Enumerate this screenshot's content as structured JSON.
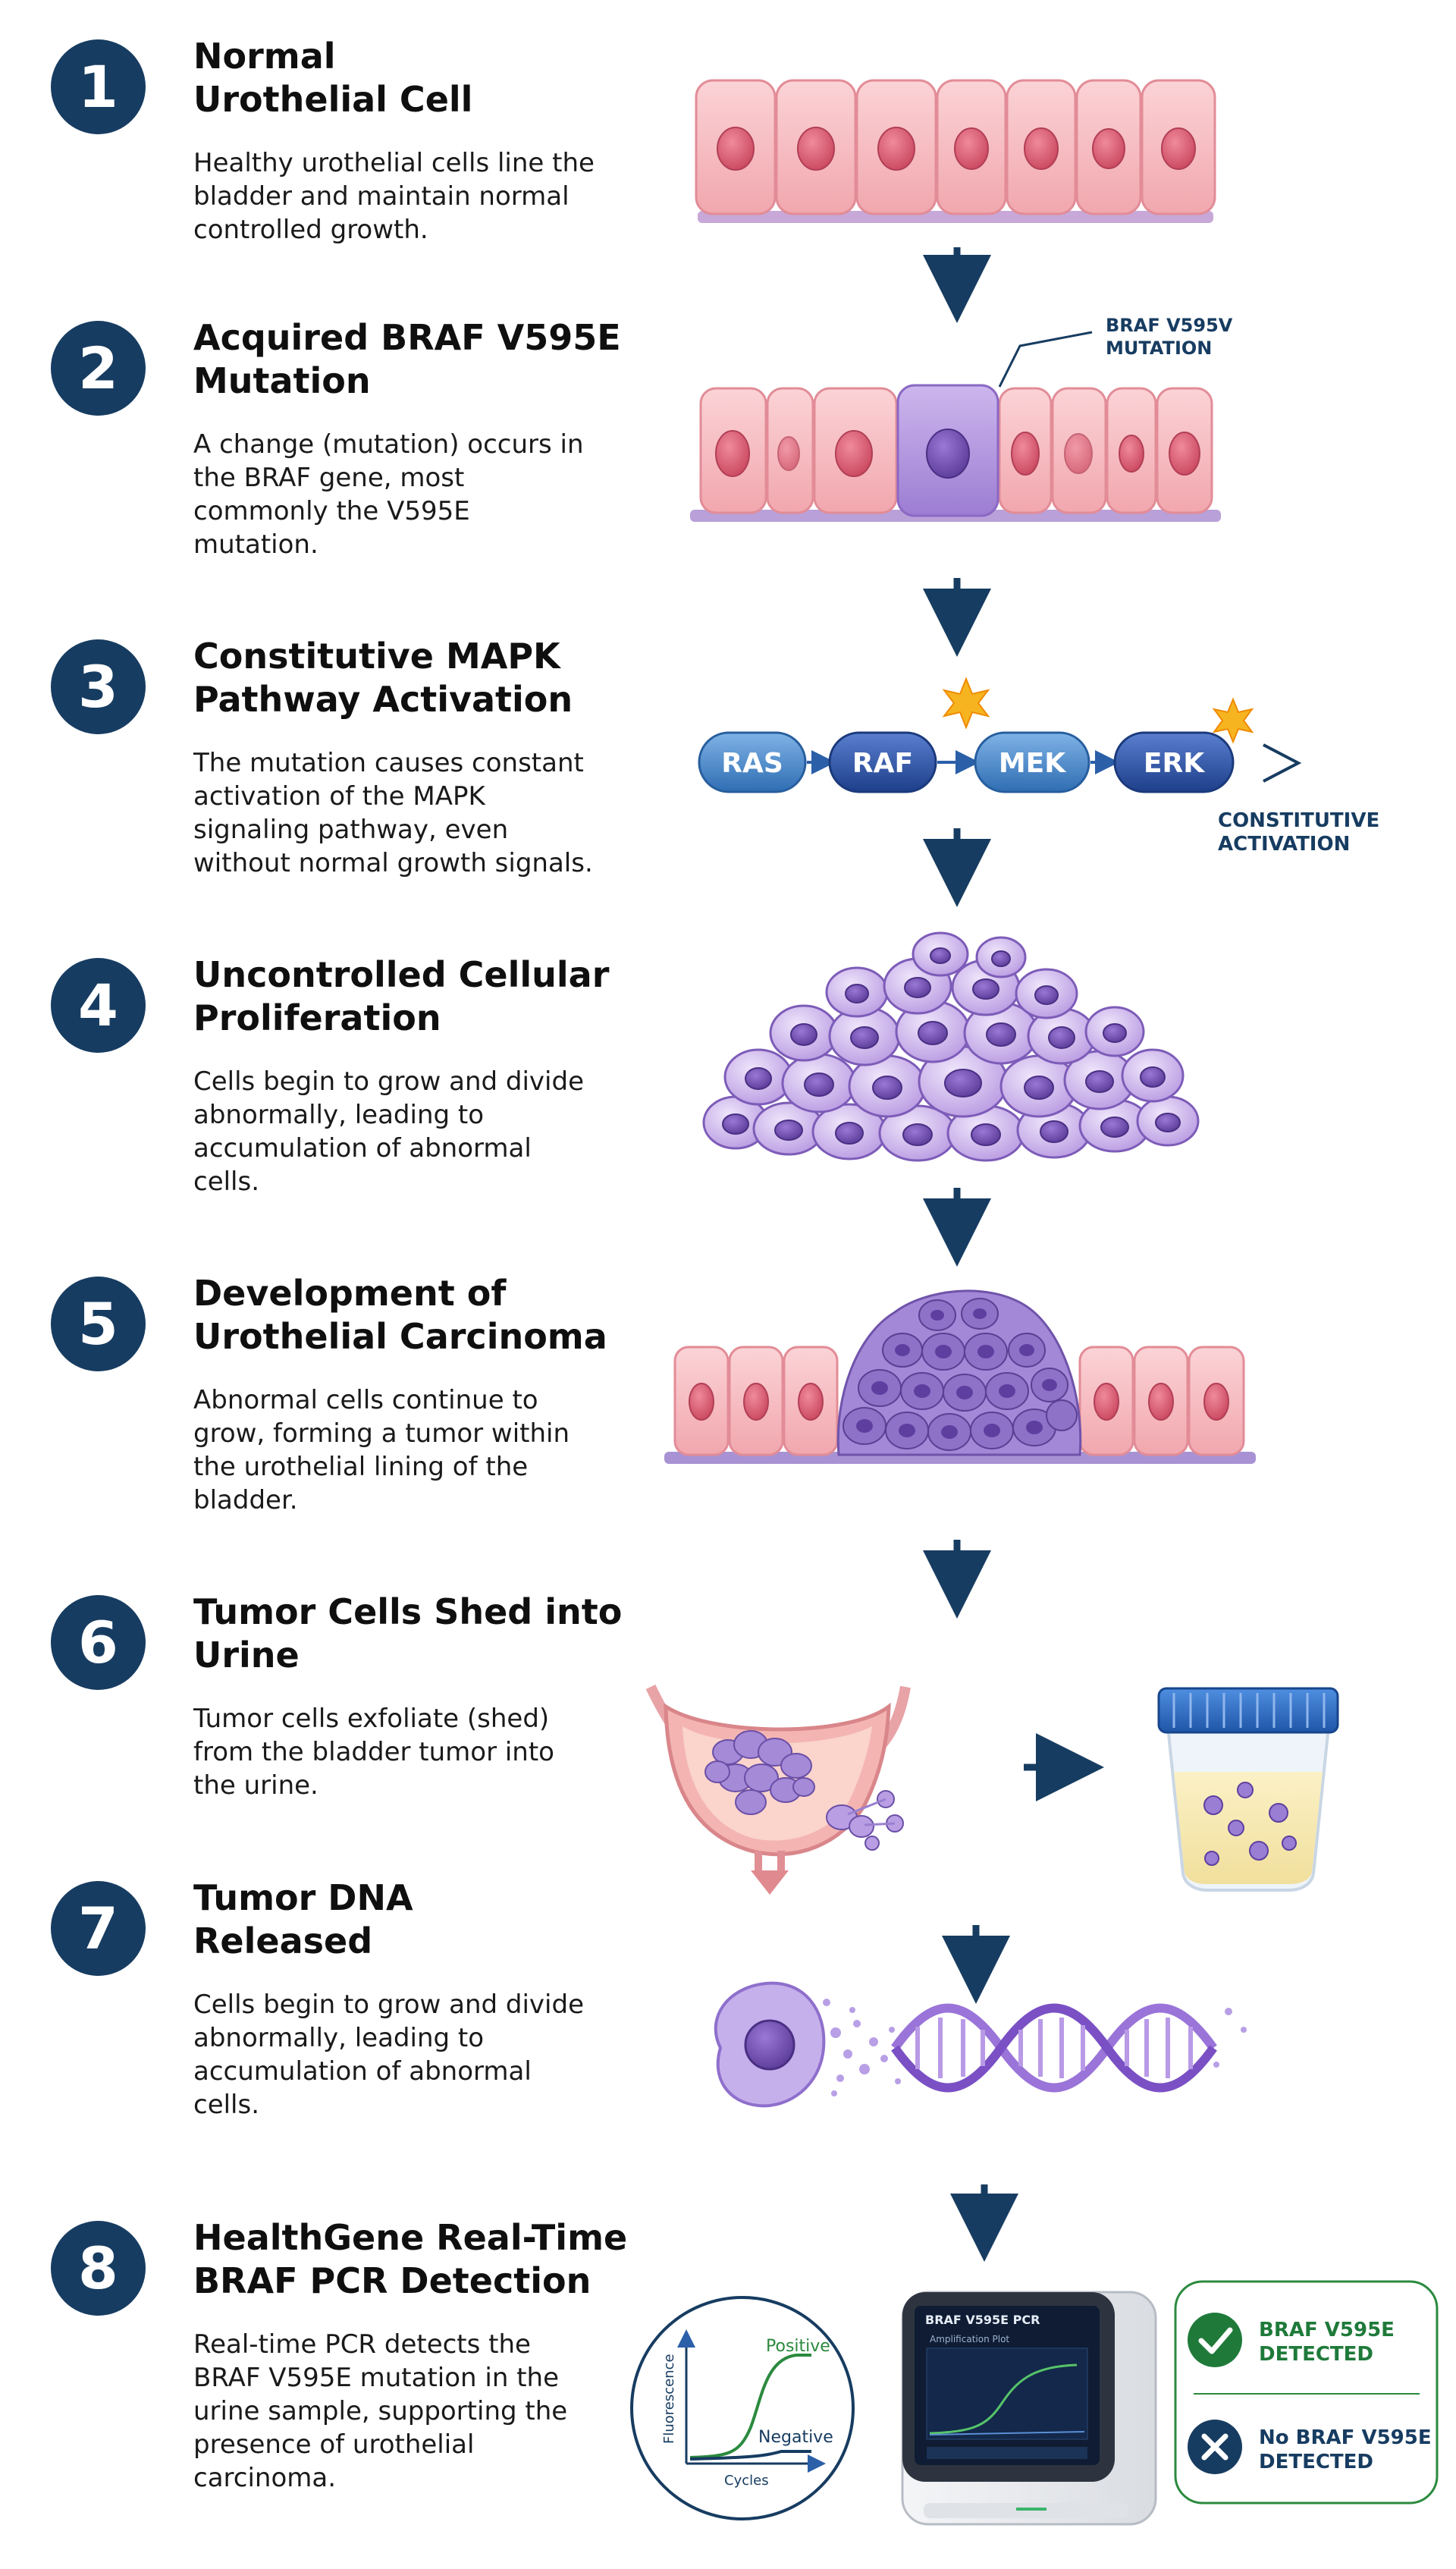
{
  "steps": [
    {
      "num": "1",
      "title": "Normal\nUrothelial Cell",
      "desc": "Healthy urothelial cells line the\nbladder and maintain normal\ncontrolled growth."
    },
    {
      "num": "2",
      "title": "Acquired BRAF V595E\nMutation",
      "desc": "A change (mutation) occurs in\nthe BRAF gene, most\ncommonly the V595E\nmutation."
    },
    {
      "num": "3",
      "title": "Constitutive MAPK\nPathway Activation",
      "desc": "The mutation causes constant\nactivation of the MAPK\nsignaling pathway, even\nwithout normal growth signals."
    },
    {
      "num": "4",
      "title": "Uncontrolled Cellular\nProliferation",
      "desc": "Cells begin to grow and divide\nabnormally, leading to\naccumulation of abnormal\ncells."
    },
    {
      "num": "5",
      "title": "Development of\nUrothelial Carcinoma",
      "desc": "Abnormal cells continue to\ngrow, forming a tumor within\nthe urothelial lining of the\nbladder."
    },
    {
      "num": "6",
      "title": "Tumor Cells Shed into\nUrine",
      "desc": "Tumor cells exfoliate (shed)\nfrom the bladder tumor into\nthe urine."
    },
    {
      "num": "7",
      "title": "Tumor DNA\nReleased",
      "desc": "Cells begin to grow and divide\nabnormally, leading to\naccumulation of abnormal\ncells."
    },
    {
      "num": "8",
      "title": "HealthGene Real-Time\nBRAF PCR Detection",
      "desc": "Real-time PCR detects the\nBRAF V595E mutation in the\nurine sample, supporting the\npresence of urothelial\ncarcinoma."
    }
  ],
  "mutation_label": [
    "BRAF V595V",
    "MUTATION"
  ],
  "pathway": {
    "nodes": [
      "RAS",
      "RAF",
      "MEK",
      "ERK"
    ],
    "activation_label": [
      "CONSTITUTIVE",
      "ACTIVATION"
    ]
  },
  "pcr_chart": {
    "y_label": "Fluorescence",
    "x_label": "Cycles",
    "positive_label": "Positive",
    "negative_label": "Negative"
  },
  "device_screen": {
    "header": "BRAF V595E PCR",
    "sub": "Amplification Plot"
  },
  "results": {
    "detected": [
      "BRAF V595E",
      "DETECTED"
    ],
    "not_detected": [
      "No BRAF V595E",
      "DETECTED"
    ]
  },
  "colors": {
    "badge": "#173c61",
    "arrow": "#173c61",
    "normal_cell": "#f7c1c6",
    "abnormal_cell": "#b79ae0",
    "positive": "#1f7a3a",
    "negative": "#173c61"
  }
}
